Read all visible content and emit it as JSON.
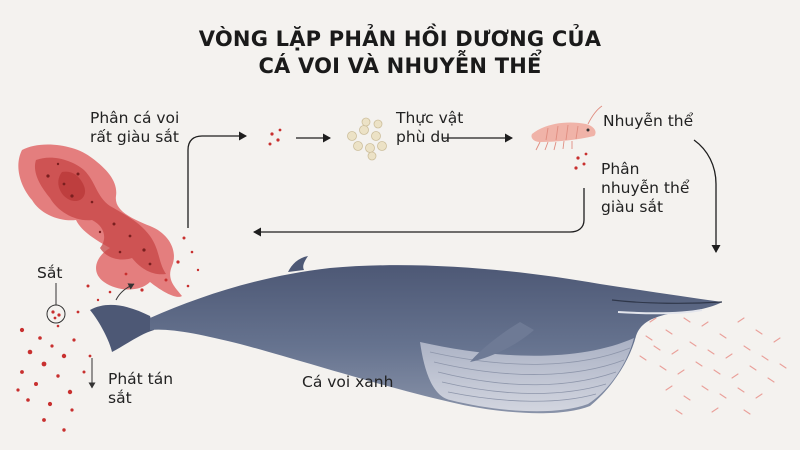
{
  "title": {
    "line1": "VÒNG LẶP PHẢN HỒI DƯƠNG CỦA",
    "line2": "CÁ VOI VÀ NHUYỄN THỂ"
  },
  "labels": {
    "whale_feces": [
      "Phân cá voi",
      "rất giàu sắt"
    ],
    "phytoplankton": [
      "Thực vật",
      "phù du"
    ],
    "krill": "Nhuyễn thể",
    "krill_feces": [
      "Phân",
      "nhuyễn thể",
      "giàu sắt"
    ],
    "iron": "Sắt",
    "iron_dispersal": [
      "Phát tán",
      "sắt"
    ],
    "blue_whale": "Cá voi xanh"
  },
  "colors": {
    "background": "#f4f2ef",
    "iron_red": "#c8302f",
    "feces_pink": "#e06a6a",
    "whale_body": "#5a6782",
    "whale_belly": "#c9ccd8",
    "phytoplankton": "#ece2c6",
    "krill": "#f0b3a8",
    "arrow": "#1e1e1e"
  }
}
